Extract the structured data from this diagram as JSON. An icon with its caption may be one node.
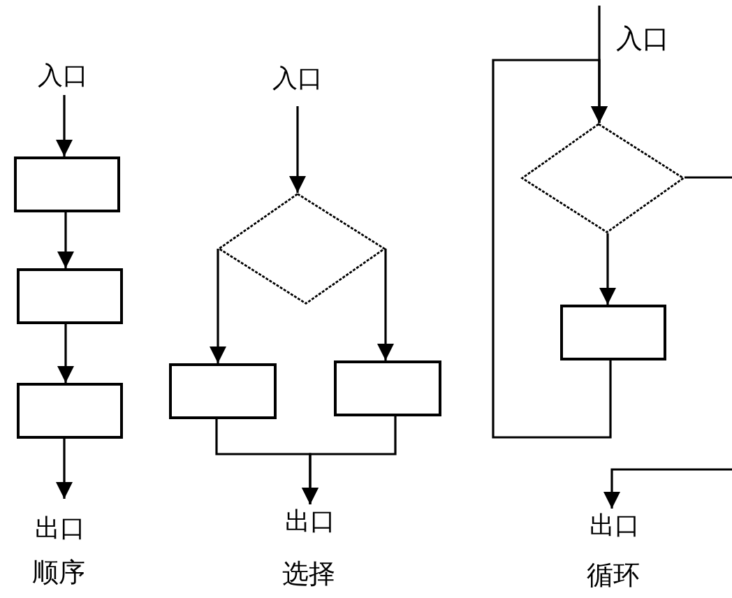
{
  "diagram": {
    "nodes": [
      {
        "text": [
          "入口"
        ]
      },
      {
        "text": [],
        "shape": "box"
      },
      {
        "text": [],
        "shape": "box"
      },
      {
        "text": [],
        "shape": "box"
      },
      {
        "text": [
          "出口"
        ]
      },
      {
        "text": [
          "入口"
        ]
      },
      {
        "text": [],
        "shape": "diamond"
      },
      {
        "text": [],
        "shape": "box"
      },
      {
        "text": [],
        "shape": "box"
      },
      {
        "text": [
          "出口"
        ]
      },
      {
        "text": [],
        "shape": "diamond"
      },
      {
        "text": [],
        "shape": "box"
      },
      {
        "text": [
          "出口"
        ]
      }
    ],
    "edges": [
      {
        "from": 0,
        "to": 1,
        "arrow": "to"
      },
      {
        "from": 1,
        "to": 2,
        "arrow": "to"
      },
      {
        "from": 2,
        "to": 3,
        "arrow": "to"
      },
      {
        "from": 3,
        "to": 4,
        "arrow": "to"
      },
      {
        "from": 5,
        "to": 6,
        "arrow": "to"
      },
      {
        "from": 6,
        "to": 7,
        "arrow": "to"
      },
      {
        "from": 6,
        "to": 8,
        "arrow": "to"
      },
      {
        "from": 7,
        "to": 9,
        "arrow": "to"
      },
      {
        "from": 8,
        "to": 9,
        "arrow": "to"
      },
      {
        "from": null,
        "to": 10,
        "arrow": "to"
      },
      {
        "from": 11,
        "to": 10,
        "arrow": "to"
      },
      {
        "from": 10,
        "to": 11,
        "arrow": "to"
      },
      {
        "from": 10,
        "to": 12,
        "arrow": "to"
      }
    ],
    "labels": [
      "入口",
      "顺序",
      "选择",
      "循环"
    ]
  }
}
